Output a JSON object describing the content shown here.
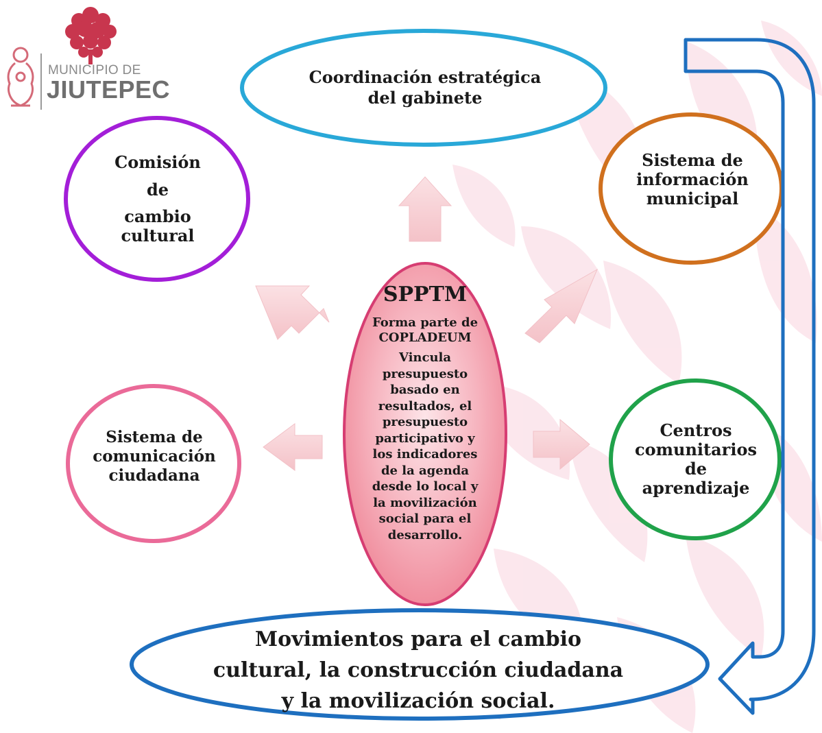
{
  "logo": {
    "line1": "MUNICIPIO DE",
    "line2": "JIUTEPEC"
  },
  "nodes": {
    "top": "Coordinación estratégica del gabinete",
    "left_top": [
      "Comisión",
      "de",
      "cambio cultural"
    ],
    "right_top": "Sistema de información municipal",
    "left_bottom": "Sistema de comunicación ciudadana",
    "right_bottom": "Centros comunitarios de aprendizaje",
    "bottom": "Movimientos para el cambio cultural, la construcción ciudadana y la movilización social."
  },
  "center": {
    "title": "SPPTM",
    "line1": "Forma parte de COPLADEUM",
    "line2": "Vincula presupuesto basado en resultados, el presupuesto participativo y los indicadores de la agenda desde lo local y la movilización social para el desarrollo."
  },
  "colors": {
    "top_ellipse": "#29a8d8",
    "left_top_circle": "#a31ed8",
    "right_top_circle": "#d0701e",
    "left_bottom_circle": "#ea6a98",
    "right_bottom_circle": "#20a24a",
    "bottom_ellipse": "#1e6fbf",
    "return_arrow": "#1e6fbf",
    "center_fill": "#f08c9c",
    "center_stroke": "#d63d72",
    "background_leaves": "#fbe3ea",
    "arrows": "#f7cfd4"
  }
}
